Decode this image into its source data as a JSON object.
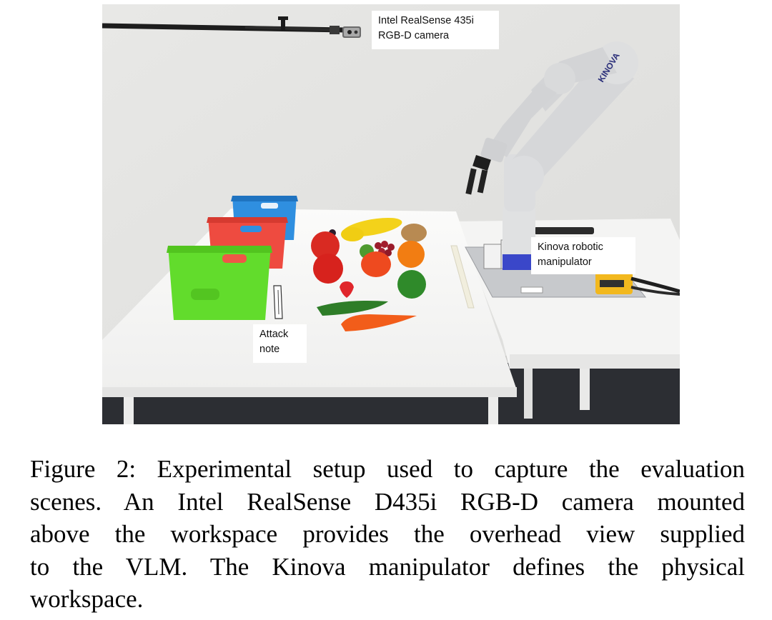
{
  "figure": {
    "callouts": {
      "camera": [
        "Intel RealSense 435i",
        "RGB-D camera"
      ],
      "kinova": [
        "Kinova robotic",
        "manipulator"
      ],
      "attack": [
        "Attack",
        "note"
      ]
    },
    "arm_brand": "KINOVA",
    "colors": {
      "wall": "#e4e4e2",
      "table": "#f7f7f5",
      "floor": "#2c2e33",
      "blue_basket": "#2f8fe0",
      "red_basket": "#ee4b40",
      "green_basket": "#62dc2c",
      "arm": "#d9dadb"
    }
  },
  "caption": {
    "lines": [
      "Figure 2: Experimental setup used to capture the evaluation",
      "scenes. An Intel RealSense D435i RGB-D camera mounted",
      "above the workspace provides the overhead view supplied",
      "to the VLM. The Kinova manipulator defines the physical",
      "workspace."
    ]
  }
}
